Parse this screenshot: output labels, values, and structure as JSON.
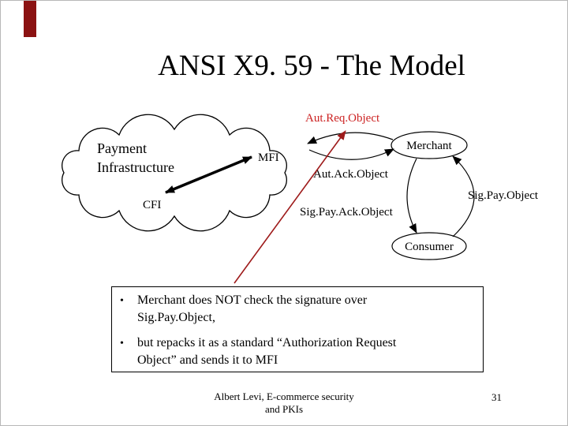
{
  "slide": {
    "title": "ANSI X9. 59 - The Model",
    "accent_color": "#8b1212",
    "background": "#ffffff"
  },
  "diagram": {
    "cloud": {
      "line1": "Payment",
      "line2": "Infrastructure",
      "mfi_label": "MFI",
      "cfi_label": "CFI"
    },
    "nodes": {
      "merchant": "Merchant",
      "consumer": "Consumer"
    },
    "flow_labels": {
      "aut_req": "Aut.Req.Object",
      "aut_ack": "Aut.Ack.Object",
      "sig_pay": "Sig.Pay.Object",
      "sig_pay_ack": "Sig.Pay.Ack.Object"
    },
    "colors": {
      "aut_req_label": "#cc2222",
      "red_arrow": "#9e1b1b",
      "line": "#000000"
    }
  },
  "notes_box": {
    "bullet_marker": "•",
    "bullets": [
      {
        "line1": "Merchant does NOT check the signature over",
        "line2": "Sig.Pay.Object,"
      },
      {
        "line1": "but repacks it as a standard “Authorization Request",
        "line2": "Object” and sends it to MFI"
      }
    ]
  },
  "footer": {
    "credit_line1": "Albert Levi, E-commerce security",
    "credit_line2": "and PKIs",
    "page_number": "31"
  }
}
